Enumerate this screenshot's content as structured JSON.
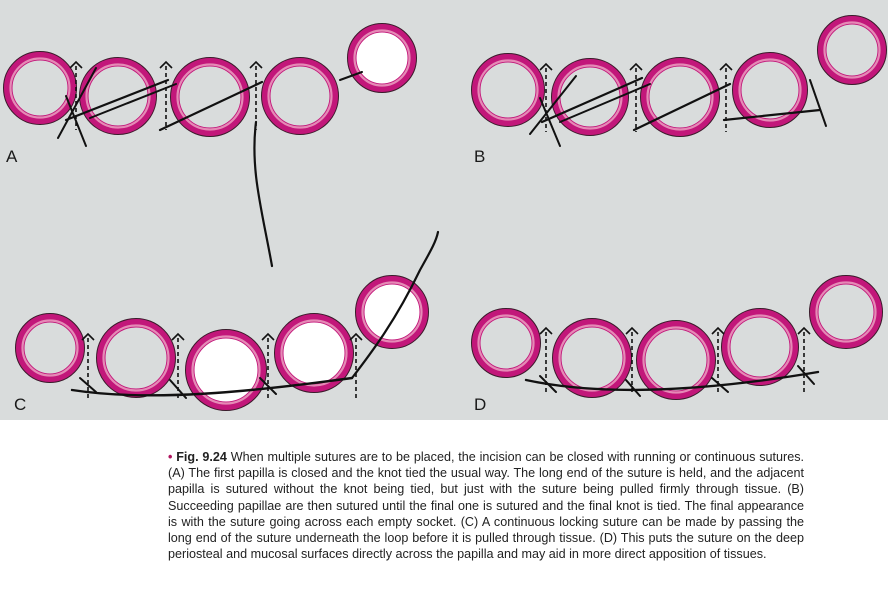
{
  "panels": [
    {
      "label": "A"
    },
    {
      "label": "B"
    },
    {
      "label": "C"
    },
    {
      "label": "D"
    }
  ],
  "colors": {
    "background": "#d9dcdc",
    "gingiva": "#c2177a",
    "gingiva_light": "#e58ab6",
    "suture": "#111111",
    "bullet": "#b0155f"
  },
  "caption": {
    "bullet": "•",
    "figure_label": "Fig. 9.24",
    "text": "When multiple sutures are to be placed, the incision can be closed with running or continuous sutures. (A) The first papilla is closed and the knot tied the usual way. The long end of the suture is held, and the adjacent papilla is sutured without the knot being tied, but just with the suture being pulled firmly through tissue. (B) Succeeding papillae are then sutured until the final one is sutured and the final knot is tied. The final appearance is with the suture going across each empty socket. (C) A continuous locking suture can be made by passing the long end of the suture underneath the loop before it is pulled through tissue. (D) This puts the suture on the deep periosteal and mucosal surfaces directly across the papilla and may aid in more direct apposition of tissues."
  }
}
